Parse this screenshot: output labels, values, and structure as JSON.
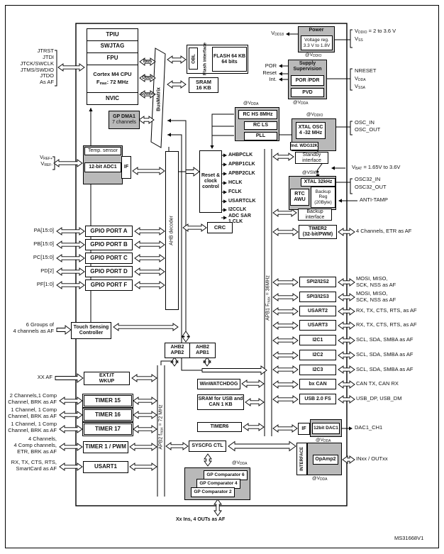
{
  "figure_code": "MS31668V1",
  "cpu": {
    "tpiu": "TPIU",
    "swjtag": "SWJTAG",
    "fpu": "FPU",
    "core": "Cortex M4 CPU",
    "fmax": {
      "pre": "F",
      "sub": "max",
      "post": ": 72 MHz"
    },
    "nvic": "NVIC"
  },
  "jtag": [
    "JTRST",
    "JTDI",
    "JTCK/SWCLK",
    "JTMS/SWDIO",
    "JTDO",
    "As AF"
  ],
  "dma": {
    "l1": "GP DMA1",
    "l2": "7 channels"
  },
  "mem": {
    "obl": "OBL",
    "flash_if_l1": "Flash",
    "flash_if_l2": "interface",
    "flash_l1": "FLASH 64 KB",
    "flash_l2": "64 bits",
    "sram_l1": "SRAM",
    "sram_l2": "16 KB"
  },
  "buses": {
    "ibus": "Ibus",
    "dbus": "Dbus",
    "system": "System",
    "busmatrix": "BusMatrix",
    "ahb_decoder": "AHB decoder",
    "apb2": {
      "pre": "APB2 f",
      "sub": "max",
      "post": " = 72 MHz"
    },
    "apb1": {
      "pre": "APB1 F",
      "sub": "max",
      "post": " = 36MHz"
    },
    "bridge_left_l1": "AHB2",
    "bridge_left_l2": "APB2",
    "bridge_right_l1": "AHB2",
    "bridge_right_l2": "APB1"
  },
  "power": {
    "title": "Power",
    "reg_l1": "Voltage reg.",
    "reg_l2": "3.3 V to 1.8V",
    "at_vddio": {
      "pre": "@V",
      "sub": "DDIO"
    },
    "vdd18": {
      "pre": "V",
      "sub": "DD18"
    },
    "right_l1": {
      "pre": "V",
      "sub": "DDIO",
      "post": " = 2 to 3.6 V"
    },
    "right_l2": {
      "pre": "V",
      "sub": "SS"
    }
  },
  "supply": {
    "title_l1": "Supply",
    "title_l2": "Supervision",
    "por_pdr": "POR /PDR",
    "pvd": "PVD",
    "at_vdda": {
      "pre": "@V",
      "sub": "DDA"
    },
    "por": "POR",
    "reset": "Reset",
    "int": "Int.",
    "nreset": "NRESET",
    "vdda": {
      "pre": "V",
      "sub": "DDA"
    },
    "vssa": {
      "pre": "V",
      "sub": "SSA"
    }
  },
  "clocks": {
    "at_vdda": {
      "pre": "@V",
      "sub": "DDA"
    },
    "rc_hs": "RC HS 8MHz",
    "rc_ls": "RC LS",
    "pll": "PLL",
    "at_vddio": {
      "pre": "@V",
      "sub": "DDIO"
    },
    "xtal_l1": "XTAL OSC",
    "xtal_l2": "4 -32 MHz",
    "osc_in": "OSC_IN",
    "osc_out": "OSC_OUT",
    "wdg": "Ind. WDG32K",
    "standby_l1": "Standby",
    "standby_l2": "interface",
    "vbat": {
      "pre": "V",
      "sub": "BAT",
      "post": " = 1.65V to 3.6V"
    },
    "at_vsw": "@VSW",
    "xtal32": "XTAL 32kHz",
    "rtc_l1": "RTC",
    "rtc_l2": "AWU",
    "bkp_l1": "Backup",
    "bkp_l2": "Reg",
    "bkp_l3": "(20Byte)",
    "bkpif_l1": "Backup",
    "bkpif_l2": "interface",
    "osc32_in": "OSC32_IN",
    "osc32_out": "OSC32_OUT",
    "anti_tamp": "ANTI-TAMP"
  },
  "rcc": {
    "l1": "Reset &",
    "l2": "clock",
    "l3": "control",
    "outputs": [
      "AHBPCLK",
      "APBP1CLK",
      "APBP2CLK",
      "HCLK",
      "FCLK",
      "USARTCLK",
      "I2CCLK"
    ],
    "adc_clk_l1": "ADC SAR",
    "adc_clk_l2": "1 CLK"
  },
  "crc": "CRC",
  "adc": {
    "temp": "Temp. sensor",
    "adc": "12-bit ADC1",
    "if": "IF",
    "vrefp": {
      "pre": "V",
      "sub": "REF+"
    },
    "vrefm": {
      "pre": "V",
      "sub": "REF-"
    }
  },
  "gpio": {
    "ports": [
      "GPIO PORT A",
      "GPIO PORT B",
      "GPIO PORT C",
      "GPIO PORT D",
      "GPIO PORT F"
    ],
    "pins": [
      "PA[15:0]",
      "PB[15:0]",
      "PC[15:0]",
      "PD[2]",
      "PF[1:0]"
    ]
  },
  "tsc": {
    "l1": "Touch Sensing",
    "l2": "Controller",
    "ext_l1": "6 Groups of",
    "ext_l2": "4 channels as AF"
  },
  "exti": {
    "l1": "EXT.IT",
    "l2": "WKUP",
    "ext": "XX AF"
  },
  "apb2_periph": [
    {
      "name": "TIMER 15",
      "e1": "2 Channels,1 Comp",
      "e2": "Channel, BRK as AF"
    },
    {
      "name": "TIMER 16",
      "e1": "1 Channel, 1 Comp",
      "e2": "Channel, BRK as AF"
    },
    {
      "name": "TIMER 17",
      "e1": "1 Channel, 1 Comp",
      "e2": "Channel, BRK as AF"
    },
    {
      "name": "TIMER 1 / PWM",
      "e1": "4 Channels,",
      "e2": "4 Comp channels,",
      "e3": "ETR, BRK as AF"
    },
    {
      "name": "USART1",
      "e1": "RX, TX, CTS, RTS,",
      "e2": "SmartCard as AF"
    }
  ],
  "mid": {
    "wwdg": "WinWATCHDOG",
    "sram_l1": "SRAM for USB and",
    "sram_l2": "CAN 1 KB",
    "timer6": "TIMER6",
    "syscfg": "SYSCFG CTL"
  },
  "comparators": {
    "at_vdda": {
      "pre": "@V",
      "sub": "DDA"
    },
    "items": [
      "GP Comparator 6",
      "GP Comparator 4",
      "GP Comparator 2"
    ],
    "ext": "Xx Ins, 4 OUTs as AF"
  },
  "timer2": {
    "l1": "TIMER2",
    "l2": "(32-bit/PWM)",
    "ext": "4 Channels, ETR as AF"
  },
  "apb1_periph": [
    {
      "name": "SPI2/I2S2",
      "e1": "MOSI, MISO,",
      "e2": "SCK, NSS as AF"
    },
    {
      "name": "SPI3/I2S3",
      "e1": "MOSI, MISO,",
      "e2": "SCK, NSS as AF"
    },
    {
      "name": "USART2",
      "e1": "RX, TX, CTS, RTS, as AF"
    },
    {
      "name": "USART3",
      "e1": "RX, TX, CTS, RTS, as AF"
    },
    {
      "name": "I2C1",
      "e1": "SCL, SDA, SMBA as AF"
    },
    {
      "name": "I2C2",
      "e1": "SCL, SDA, SMBA as AF"
    },
    {
      "name": "I2C3",
      "e1": "SCL, SDA, SMBA as AF"
    },
    {
      "name": "bx CAN",
      "e1": "CAN TX, CAN RX"
    },
    {
      "name": "USB 2.0 FS",
      "e1": "USB_DP, USB_DM"
    }
  ],
  "dac": {
    "if": "IF",
    "name": "12bit DAC1",
    "at_vdda": {
      "pre": "@V",
      "sub": "DDA"
    },
    "ext": "DAC1_CH1"
  },
  "opamp": {
    "interface": "INTERFACE",
    "name": "OpAmp2",
    "at_vdda": {
      "pre": "@V",
      "sub": "DDA"
    },
    "ext": "INxx / OUTxx"
  }
}
